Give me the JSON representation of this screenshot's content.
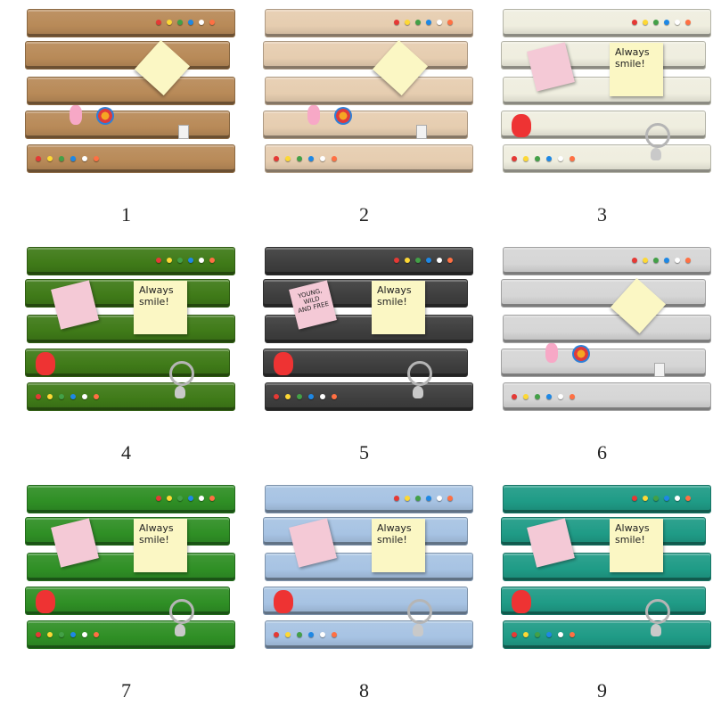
{
  "variants": [
    {
      "label": "1",
      "color": "#b88a58"
    },
    {
      "label": "2",
      "color": "#e6cdb0"
    },
    {
      "label": "3",
      "color": "#efeedf"
    },
    {
      "label": "4",
      "color": "#3f7a18"
    },
    {
      "label": "5",
      "color": "#3e3e3e"
    },
    {
      "label": "6",
      "color": "#d6d6d6"
    },
    {
      "label": "7",
      "color": "#2f8f25"
    },
    {
      "label": "8",
      "color": "#a7c3e3"
    },
    {
      "label": "9",
      "color": "#1f9b86"
    }
  ],
  "note_text": {
    "line1": "Always",
    "line2": "smile!"
  },
  "pink_note_text": {
    "line1": "YOUNG,",
    "line2": "WILD",
    "line3": "AND FREE"
  },
  "pin_colors": [
    "#e53935",
    "#fdd835",
    "#43a047",
    "#1e88e5",
    "#ffffff",
    "#ff7043"
  ]
}
